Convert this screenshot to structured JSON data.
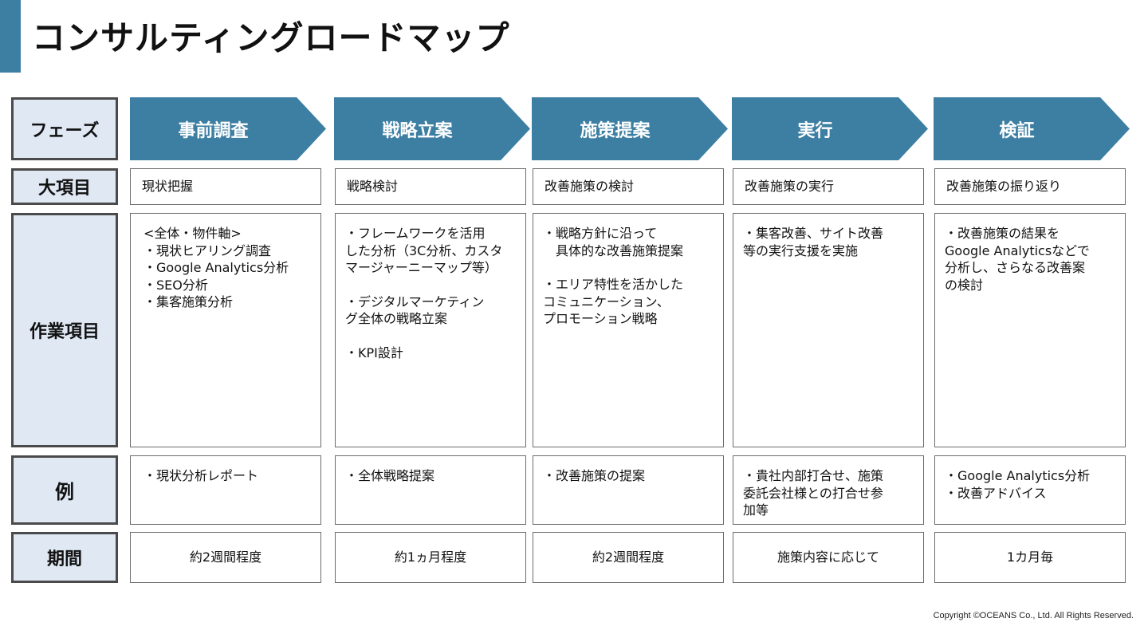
{
  "title": "コンサルティングロードマップ",
  "row_labels": {
    "phase": "フェーズ",
    "major_item": "大項目",
    "tasks": "作業項目",
    "example": "例",
    "period": "期間"
  },
  "phases": [
    {
      "name": "事前調査",
      "major_item": "現状把握",
      "tasks": [
        "<全体・物件軸>",
        "・現状ヒアリング調査",
        "・Google Analytics分析",
        "・SEO分析",
        "・集客施策分析"
      ],
      "examples": [
        "・現状分析レポート"
      ],
      "period": "約2週間程度"
    },
    {
      "name": "戦略立案",
      "major_item": "戦略検討",
      "tasks": [
        "・フレームワークを活用",
        "した分析（3C分析、カスタ",
        "マージャーニーマップ等）",
        "",
        "・デジタルマーケティン",
        "グ全体の戦略立案",
        "",
        "・KPI設計"
      ],
      "examples": [
        "・全体戦略提案"
      ],
      "period": "約1ヵ月程度"
    },
    {
      "name": "施策提案",
      "major_item": "改善施策の検討",
      "tasks": [
        "・戦略方針に沿って",
        "　具体的な改善施策提案",
        "",
        "・エリア特性を活かした",
        "コミュニケーション、",
        "プロモーション戦略"
      ],
      "examples": [
        "・改善施策の提案"
      ],
      "period": "約2週間程度"
    },
    {
      "name": "実行",
      "major_item": "改善施策の実行",
      "tasks": [
        "・集客改善、サイト改善",
        "等の実行支援を実施"
      ],
      "examples": [
        "・貴社内部打合せ、施策",
        "委託会社様との打合せ参",
        "加等"
      ],
      "period": "施策内容に応じて"
    },
    {
      "name": "検証",
      "major_item": "改善施策の振り返り",
      "tasks": [
        "・改善施策の結果を",
        "Google Analyticsなどで",
        "分析し、さらなる改善案",
        "の検討"
      ],
      "examples": [
        "・Google Analytics分析",
        "・改善アドバイス"
      ],
      "period": "1カ月毎"
    }
  ],
  "footer": {
    "copyright": "Copyright ©OCEANS Co., Ltd.  All Rights Reserved."
  },
  "colors": {
    "accent": "#3d7fa3",
    "label_bg": "#dfe8f3",
    "label_border": "#4a4a4a"
  }
}
